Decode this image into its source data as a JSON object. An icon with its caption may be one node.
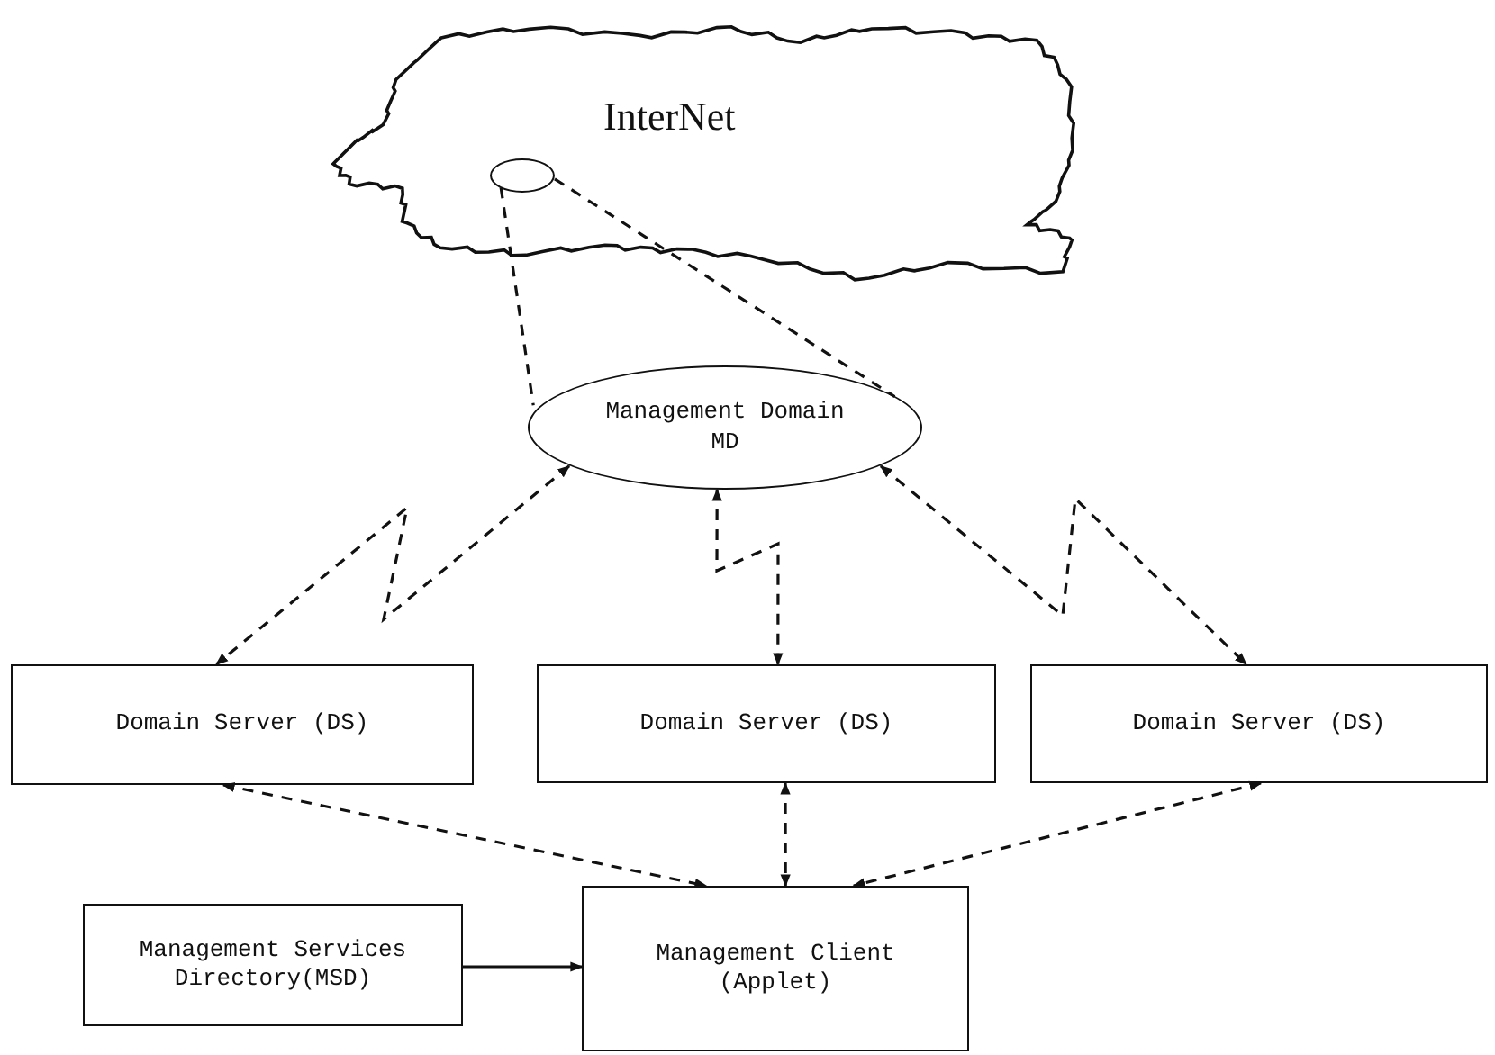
{
  "diagram": {
    "nodes": [
      {
        "text": [
          "InterNet"
        ]
      },
      {
        "text": [],
        "shape": "ellipse",
        "in": 0
      },
      {
        "text": [
          "Management Domain MD"
        ]
      },
      {
        "text": [
          "Domain Server (DS)"
        ]
      },
      {
        "text": [
          "Domain Server (DS)"
        ]
      },
      {
        "text": [
          "Domain Server (DS)"
        ]
      },
      {
        "text": [
          "Management Services Directory(MSD)"
        ]
      },
      {
        "text": [
          "Management Client (Applet)"
        ]
      }
    ],
    "edges": [
      {
        "from": 1,
        "to": 2,
        "arrow": "none",
        "style": "dashed"
      },
      {
        "from": 1,
        "to": 2,
        "arrow": "none",
        "style": "dashed"
      },
      {
        "from": 2,
        "to": 3,
        "arrow": "both",
        "style": "dashed"
      },
      {
        "from": 2,
        "to": 4,
        "arrow": "both",
        "style": "dashed"
      },
      {
        "from": 2,
        "to": 5,
        "arrow": "both",
        "style": "dashed"
      },
      {
        "from": 3,
        "to": 7,
        "arrow": "both",
        "style": "dashed"
      },
      {
        "from": 4,
        "to": 7,
        "arrow": "both",
        "style": "dashed"
      },
      {
        "from": 5,
        "to": 7,
        "arrow": "both",
        "style": "dashed"
      },
      {
        "from": 6,
        "to": 7,
        "arrow": "to"
      }
    ]
  }
}
